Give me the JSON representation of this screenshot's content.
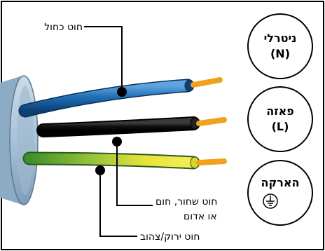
{
  "wires": [
    {
      "label": "חוט כחול",
      "color": "#1f6fb5"
    },
    {
      "label": "חוט שחור, חום",
      "label_line2": "או אדום",
      "color": "#111111"
    },
    {
      "label": "חוט ירוק/צהוב",
      "colors": [
        "#3f8f2a",
        "#e8e23a"
      ]
    }
  ],
  "conductors": [
    {
      "name": "ניטרלי",
      "code": "(N)"
    },
    {
      "name": "פאזה",
      "code": "(L)"
    },
    {
      "name": "הארקה",
      "symbol": "earth-ground-icon"
    }
  ],
  "colors": {
    "frame": "#000000",
    "copper": "#f0a21c",
    "sheath": "#a9c3d9"
  }
}
